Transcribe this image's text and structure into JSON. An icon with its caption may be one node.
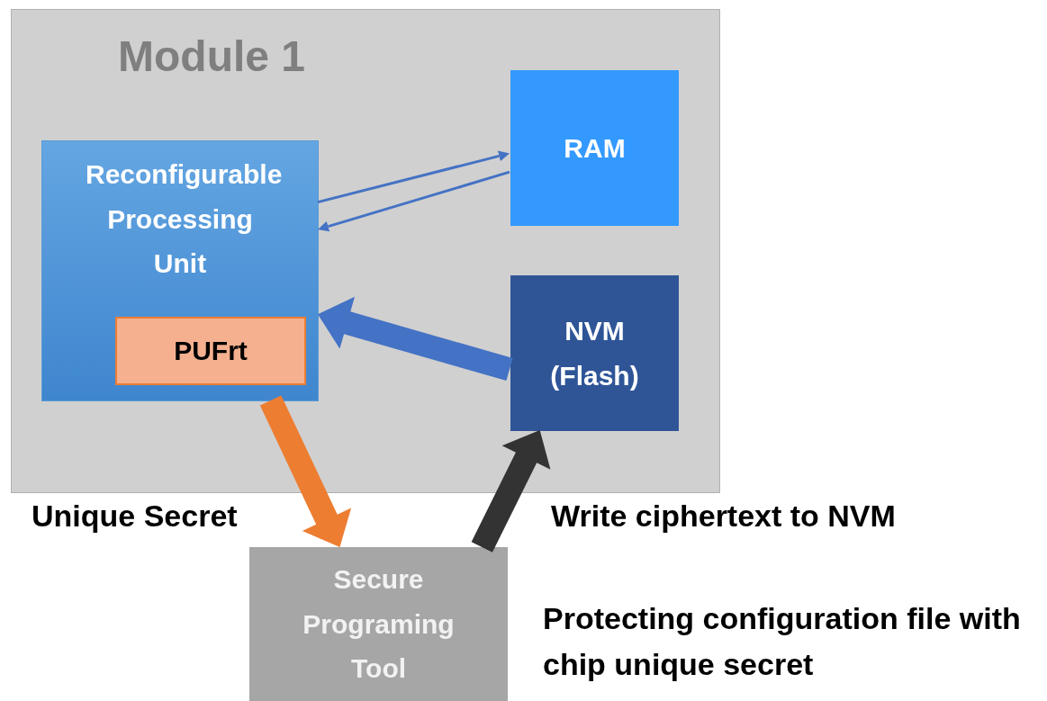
{
  "diagram": {
    "nodes": [
      {
        "text": [
          "Module 1"
        ]
      },
      {
        "text": [
          "Reconfigurable Processing Unit"
        ],
        "in": 0
      },
      {
        "text": [
          "PUFrt"
        ],
        "in": 1
      },
      {
        "text": [
          "RAM"
        ],
        "in": 0
      },
      {
        "text": [
          "NVM (Flash)"
        ],
        "in": 0
      },
      {
        "text": [
          "Secure Programing Tool"
        ]
      }
    ],
    "edges": [
      {
        "from": 1,
        "to": 3,
        "arrow": "to"
      },
      {
        "from": 3,
        "to": 1,
        "arrow": "to"
      },
      {
        "from": 4,
        "to": 1,
        "arrow": "to",
        "style": "thick"
      },
      {
        "from": 1,
        "to": 5,
        "arrow": "to",
        "style": "thick",
        "color": "#ed7d31",
        "label": "Unique Secret"
      },
      {
        "from": 5,
        "to": 4,
        "arrow": "to",
        "style": "thick",
        "color": "#333333",
        "label": "Write ciphertext to NVM"
      }
    ],
    "labels": [
      "Protecting configuration file with chip unique secret"
    ]
  }
}
